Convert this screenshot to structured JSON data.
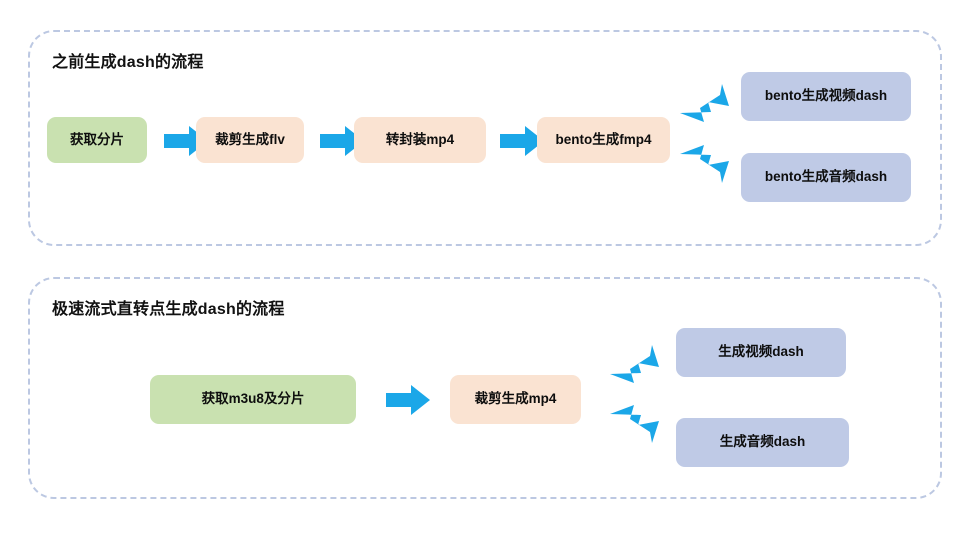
{
  "theme": {
    "background": "#ffffff",
    "panel_border": "#bcc8e2",
    "arrow_color": "#1ba7e8",
    "node_green": "#c9e1b0",
    "node_peach": "#fae3d2",
    "node_lavender": "#bfcae6",
    "text_color": "#0d0d0d"
  },
  "diagram": {
    "type": "flowchart",
    "panels": [
      {
        "id": "panel-1",
        "title": "之前生成dash的流程",
        "nodes": [
          {
            "id": "p1-n1",
            "label": "获取分片",
            "color": "green"
          },
          {
            "id": "p1-n2",
            "label": "裁剪生成flv",
            "color": "peach"
          },
          {
            "id": "p1-n3",
            "label": "转封装mp4",
            "color": "peach"
          },
          {
            "id": "p1-n4",
            "label": "bento生成fmp4",
            "color": "peach"
          },
          {
            "id": "p1-n5",
            "label": "bento生成视频dash",
            "color": "lavender"
          },
          {
            "id": "p1-n6",
            "label": "bento生成音频dash",
            "color": "lavender"
          }
        ],
        "edges": [
          {
            "from": "p1-n1",
            "to": "p1-n2",
            "style": "straight-right"
          },
          {
            "from": "p1-n2",
            "to": "p1-n3",
            "style": "straight-right"
          },
          {
            "from": "p1-n3",
            "to": "p1-n4",
            "style": "straight-right"
          },
          {
            "from": "p1-n4",
            "to": "p1-n5",
            "style": "bent-up-right"
          },
          {
            "from": "p1-n4",
            "to": "p1-n6",
            "style": "bent-down-right"
          }
        ]
      },
      {
        "id": "panel-2",
        "title": "极速流式直转点生成dash的流程",
        "nodes": [
          {
            "id": "p2-n1",
            "label": "获取m3u8及分片",
            "color": "green"
          },
          {
            "id": "p2-n2",
            "label": "裁剪生成mp4",
            "color": "peach"
          },
          {
            "id": "p2-n3",
            "label": "生成视频dash",
            "color": "lavender"
          },
          {
            "id": "p2-n4",
            "label": "生成音频dash",
            "color": "lavender"
          }
        ],
        "edges": [
          {
            "from": "p2-n1",
            "to": "p2-n2",
            "style": "straight-right"
          },
          {
            "from": "p2-n2",
            "to": "p2-n3",
            "style": "bent-up-right"
          },
          {
            "from": "p2-n2",
            "to": "p2-n4",
            "style": "bent-down-right"
          }
        ]
      }
    ]
  }
}
